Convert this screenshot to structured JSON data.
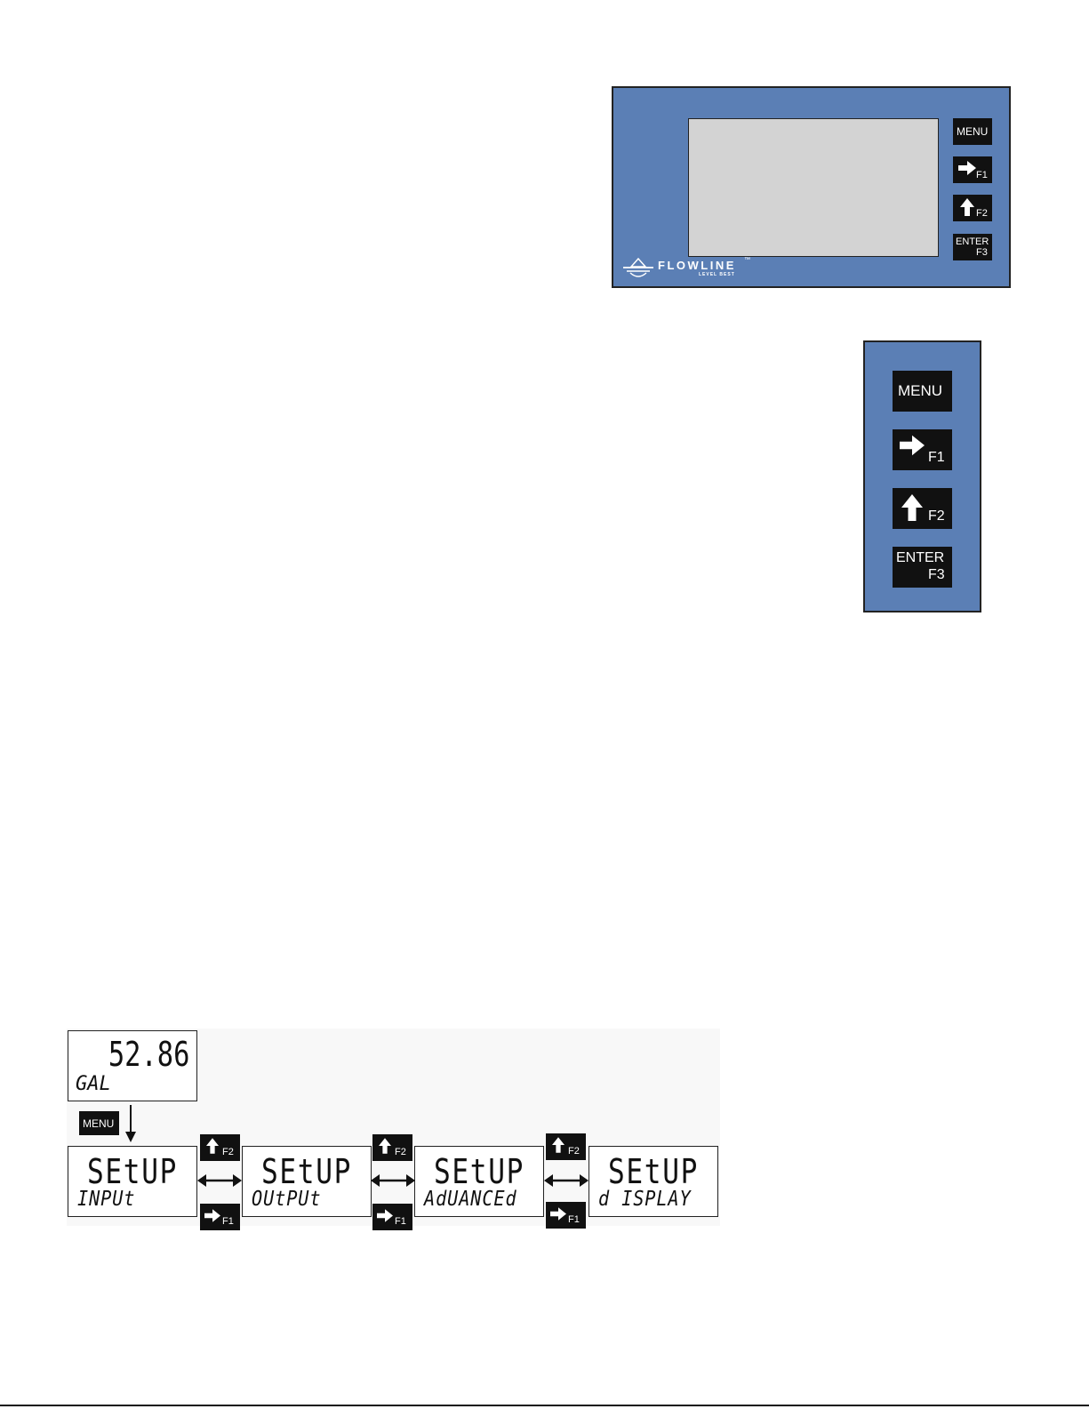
{
  "front_panel": {
    "keys": {
      "menu": "MENU",
      "f1": "F1",
      "f2": "F2",
      "enter": "ENTER",
      "f3": "F3"
    },
    "brand_name": "FLOWLINE",
    "brand_tag": "LEVEL BEST",
    "trademark": "™",
    "colors": {
      "panel": "#5b7fb5",
      "lcd": "#d3d3d3",
      "key": "#111111"
    }
  },
  "keypad_panel": {
    "keys": {
      "menu": "MENU",
      "f1": "F1",
      "f2": "F2",
      "enter": "ENTER",
      "f3": "F3"
    }
  },
  "menu_flow": {
    "display": {
      "value": "52.86",
      "units": "GAL"
    },
    "menu_key": "MENU",
    "screens": [
      {
        "top": "SEtUP",
        "bottom": "INPUt"
      },
      {
        "top": "SEtUP",
        "bottom": "OUtPUt"
      },
      {
        "top": "SEtUP",
        "bottom": "AdUANCEd"
      },
      {
        "top": "SEtUP",
        "bottom": "d ISPLAY"
      }
    ],
    "f2_label": "F2",
    "f1_label": "F1"
  }
}
